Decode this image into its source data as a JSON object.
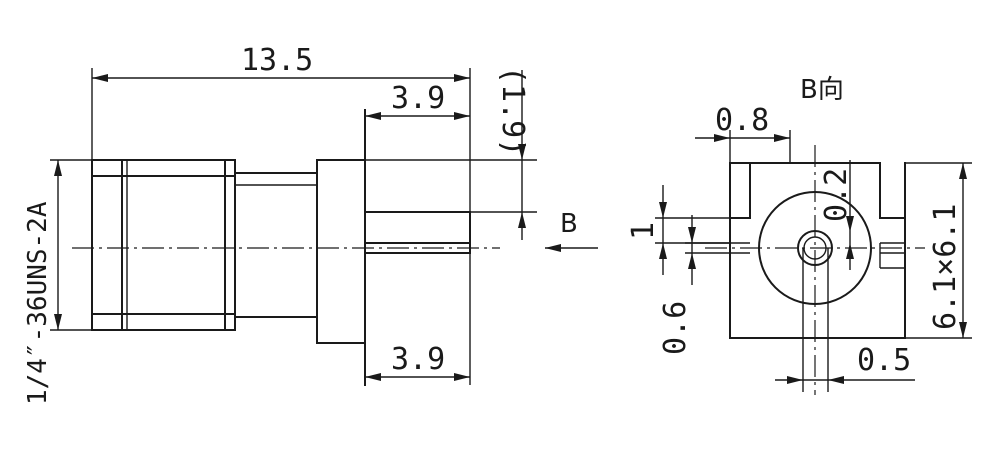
{
  "side_view": {
    "overall_length": "13.5",
    "flange_length_top": "3.9",
    "flange_offset": "(1.9)",
    "flange_length_bottom": "3.9",
    "thread_spec": "1/4″-36UNS-2A",
    "view_arrow_label": "B"
  },
  "end_view": {
    "title": "B向",
    "slot_width": "0.8",
    "gap": "0.2",
    "rib_height": "1",
    "base_height": "0.6",
    "pin_width": "0.5",
    "body_size": "6.1×6.1"
  }
}
